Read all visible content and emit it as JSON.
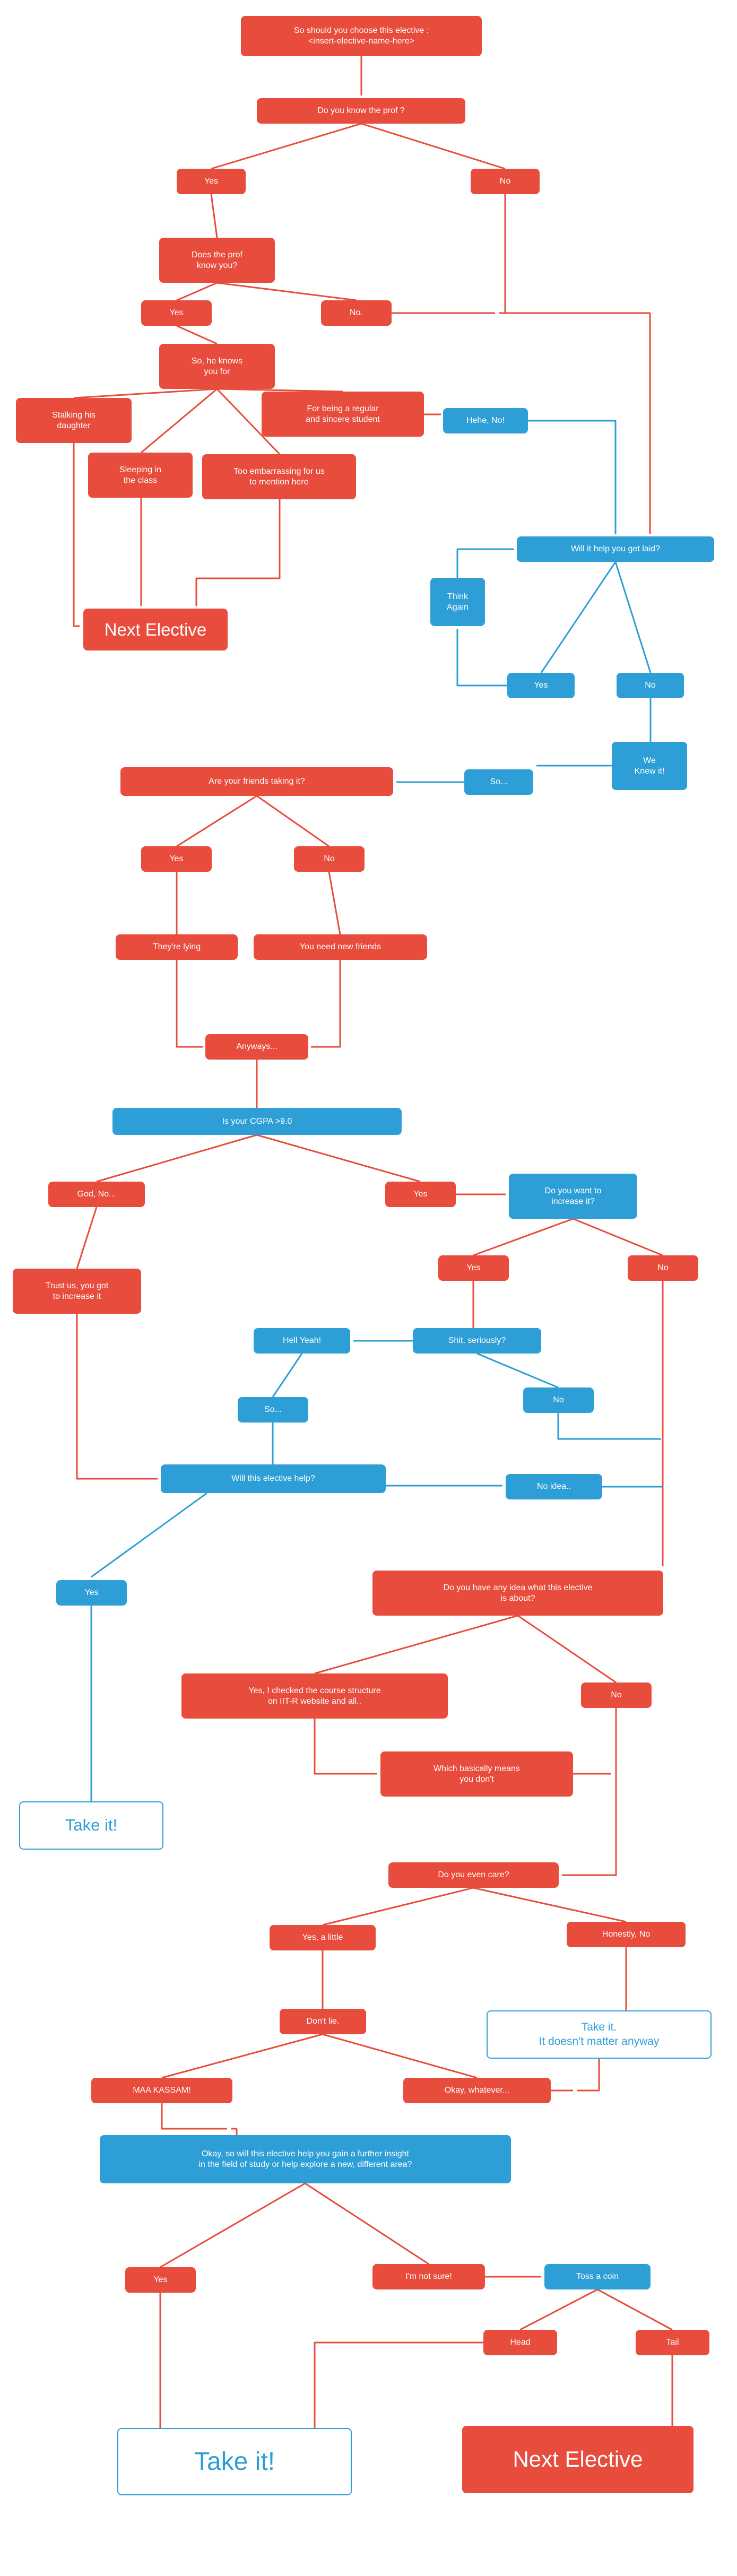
{
  "colors": {
    "red": "#e74c3c",
    "blue": "#2e9fd6",
    "background": "#ffffff"
  },
  "nodes": {
    "start": {
      "label": "So should you choose this elective :\n<insert-elective-name-here>"
    },
    "know_prof": {
      "label": "Do you know the prof ?"
    },
    "yes1": {
      "label": "Yes"
    },
    "no1": {
      "label": "No"
    },
    "prof_know_you": {
      "label": "Does the prof\nknow you?"
    },
    "yes2": {
      "label": "Yes"
    },
    "no2": {
      "label": "No."
    },
    "knows_you_for": {
      "label": "So, he knows\nyou for"
    },
    "stalking": {
      "label": "Stalking his\ndaughter"
    },
    "regular": {
      "label": "For being a regular\nand sincere student"
    },
    "hehe_no": {
      "label": "Hehe, No!"
    },
    "sleeping": {
      "label": "Sleeping in\nthe class"
    },
    "embarrassing": {
      "label": "Too embarrassing for us\nto mention here"
    },
    "get_laid": {
      "label": "Will it help you get laid?"
    },
    "think_again": {
      "label": "Think\nAgain"
    },
    "next_elective_1": {
      "label": "Next Elective"
    },
    "yes3": {
      "label": "Yes"
    },
    "no3": {
      "label": "No"
    },
    "we_knew_it": {
      "label": "We\nKnew it!"
    },
    "so1": {
      "label": "So..."
    },
    "friends_taking": {
      "label": "Are your friends taking it?"
    },
    "yes4": {
      "label": "Yes"
    },
    "no4": {
      "label": "No"
    },
    "theyre_lying": {
      "label": "They're lying"
    },
    "new_friends": {
      "label": "You need new friends"
    },
    "anyways": {
      "label": "Anyways..."
    },
    "cgpa": {
      "label": "Is your CGPA >9.0"
    },
    "god_no": {
      "label": "God, No..."
    },
    "yes5": {
      "label": "Yes"
    },
    "increase_it": {
      "label": "Do you want to\nincrease it?"
    },
    "trust_us": {
      "label": "Trust us, you got\nto increase it"
    },
    "yes6": {
      "label": "Yes"
    },
    "no5": {
      "label": "No"
    },
    "hell_yeah": {
      "label": "Hell Yeah!"
    },
    "seriously": {
      "label": "Shit, seriously?"
    },
    "no6": {
      "label": "No"
    },
    "so2": {
      "label": "So..."
    },
    "elective_help": {
      "label": "Will this elective help?"
    },
    "no_idea": {
      "label": "No idea.."
    },
    "yes7": {
      "label": "Yes"
    },
    "any_idea": {
      "label": "Do you have any idea what this elective\nis about?"
    },
    "checked_structure": {
      "label": "Yes, I checked the course structure\non IIT-R website and all.."
    },
    "no7": {
      "label": "No"
    },
    "basically_means": {
      "label": "Which basically means\nyou don't"
    },
    "take_it_1": {
      "label": "Take it!"
    },
    "even_care": {
      "label": "Do you even care?"
    },
    "yes_a_little": {
      "label": "Yes, a little"
    },
    "honestly_no": {
      "label": "Honestly, No"
    },
    "dont_lie": {
      "label": "Don't lie."
    },
    "take_it_anyway": {
      "label": "Take it.\nIt doesn't matter anyway"
    },
    "maa_kassam": {
      "label": "MAA KASSAM!"
    },
    "okay_whatever": {
      "label": "Okay, whatever..."
    },
    "big_question": {
      "label": "Okay, so will this elective help you gain a further insight\nin the field of study or help explore a new,  different area?"
    },
    "yes8": {
      "label": "Yes"
    },
    "not_sure": {
      "label": "I'm not sure!"
    },
    "toss_a_coin": {
      "label": "Toss a coin"
    },
    "head": {
      "label": "Head"
    },
    "tail": {
      "label": "Tail"
    },
    "take_it_final": {
      "label": "Take it!"
    },
    "next_elective_2": {
      "label": "Next Elective"
    }
  }
}
